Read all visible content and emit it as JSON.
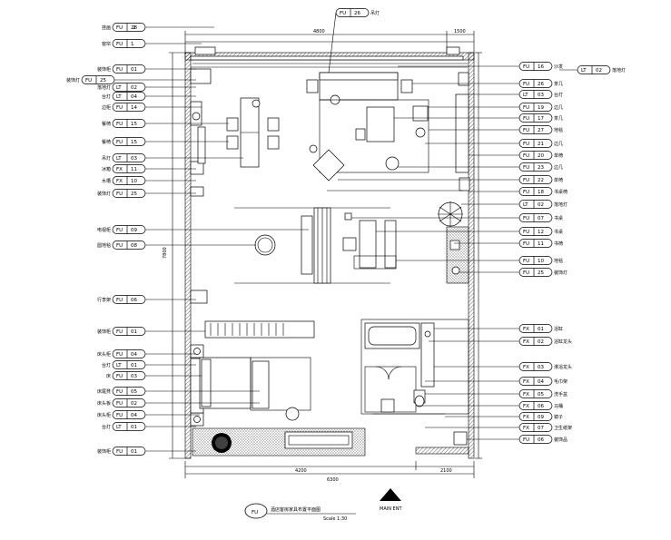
{
  "drawing": {
    "title_symbol": "FU",
    "title_text": "酒店客房家具布置平面图",
    "scale_text": "Scale 1:30",
    "north_label": "MAIN ENT",
    "dim_top_left": "4800",
    "dim_top_right": "1500",
    "dim_left": "7800",
    "dim_bottom_left": "4200",
    "dim_bottom_right": "2100",
    "dim_bottom_total": "6300"
  },
  "tags": {
    "top_center": {
      "code": "FU",
      "num": "26",
      "label": "吊灯"
    },
    "left": [
      {
        "code": "FU",
        "num": "28",
        "label": "挂画",
        "num2": "2"
      },
      {
        "code": "FU",
        "num": "1",
        "label": "窗帘"
      },
      {
        "code": "FU",
        "num": "01",
        "label": "装饰柜"
      },
      {
        "code": "FU",
        "num": "25",
        "label": "装饰灯"
      },
      {
        "code": "LT",
        "num": "02",
        "label": "落地灯"
      },
      {
        "code": "LT",
        "num": "04",
        "label": "台灯"
      },
      {
        "code": "FU",
        "num": "14",
        "label": "边柜"
      },
      {
        "code": "FU",
        "num": "15",
        "label": "餐椅"
      },
      {
        "code": "FU",
        "num": "15",
        "label": "餐椅"
      },
      {
        "code": "LT",
        "num": "03",
        "label": "吊灯"
      },
      {
        "code": "FX",
        "num": "11",
        "label": "冰箱"
      },
      {
        "code": "FX",
        "num": "10",
        "label": "水槽"
      },
      {
        "code": "FU",
        "num": "25",
        "label": "装饰灯"
      },
      {
        "code": "FU",
        "num": "09",
        "label": "电视柜"
      },
      {
        "code": "FU",
        "num": "08",
        "label": "圆地毯"
      },
      {
        "code": "FU",
        "num": "06",
        "label": "行李架"
      },
      {
        "code": "FU",
        "num": "01",
        "label": "装饰柜"
      },
      {
        "code": "FU",
        "num": "04",
        "label": "床头柜"
      },
      {
        "code": "LT",
        "num": "01",
        "label": "台灯"
      },
      {
        "code": "FU",
        "num": "03",
        "label": "床"
      },
      {
        "code": "FU",
        "num": "05",
        "label": "床尾凳"
      },
      {
        "code": "FU",
        "num": "02",
        "label": "床头板"
      },
      {
        "code": "FU",
        "num": "04",
        "label": "床头柜"
      },
      {
        "code": "LT",
        "num": "01",
        "label": "台灯"
      },
      {
        "code": "FU",
        "num": "01",
        "label": "装饰柜"
      }
    ],
    "right": [
      {
        "code": "FU",
        "num": "16",
        "label": "沙发"
      },
      {
        "code": "FU",
        "num": "26",
        "label": "茶几"
      },
      {
        "code": "LT",
        "num": "03",
        "label": "台灯"
      },
      {
        "code": "FU",
        "num": "19",
        "label": "边几"
      },
      {
        "code": "FU",
        "num": "17",
        "label": "茶几"
      },
      {
        "code": "FU",
        "num": "27",
        "label": "地毯"
      },
      {
        "code": "FU",
        "num": "21",
        "label": "边几"
      },
      {
        "code": "FU",
        "num": "20",
        "label": "单椅"
      },
      {
        "code": "FU",
        "num": "23",
        "label": "边几"
      },
      {
        "code": "FU",
        "num": "22",
        "label": "单椅"
      },
      {
        "code": "FU",
        "num": "18",
        "label": "书桌椅"
      },
      {
        "code": "LT",
        "num": "02",
        "label": "落地灯"
      },
      {
        "code": "FU",
        "num": "07",
        "label": "书桌"
      },
      {
        "code": "FU",
        "num": "12",
        "label": "书桌"
      },
      {
        "code": "FU",
        "num": "11",
        "label": "书椅"
      },
      {
        "code": "FU",
        "num": "10",
        "label": "地毯"
      },
      {
        "code": "FU",
        "num": "25",
        "label": "装饰灯"
      },
      {
        "code": "FX",
        "num": "01",
        "label": "浴缸"
      },
      {
        "code": "FX",
        "num": "02",
        "label": "浴缸龙头"
      },
      {
        "code": "FX",
        "num": "03",
        "label": "淋浴龙头"
      },
      {
        "code": "FX",
        "num": "04",
        "label": "毛巾架"
      },
      {
        "code": "FX",
        "num": "05",
        "label": "洗手盆"
      },
      {
        "code": "FX",
        "num": "06",
        "label": "马桶"
      },
      {
        "code": "FX",
        "num": "09",
        "label": "镜子"
      },
      {
        "code": "FX",
        "num": "07",
        "label": "卫生纸架"
      },
      {
        "code": "FU",
        "num": "06",
        "label": "装饰品"
      }
    ],
    "top_right": {
      "code": "LT",
      "num": "02",
      "label": "落地灯"
    }
  }
}
